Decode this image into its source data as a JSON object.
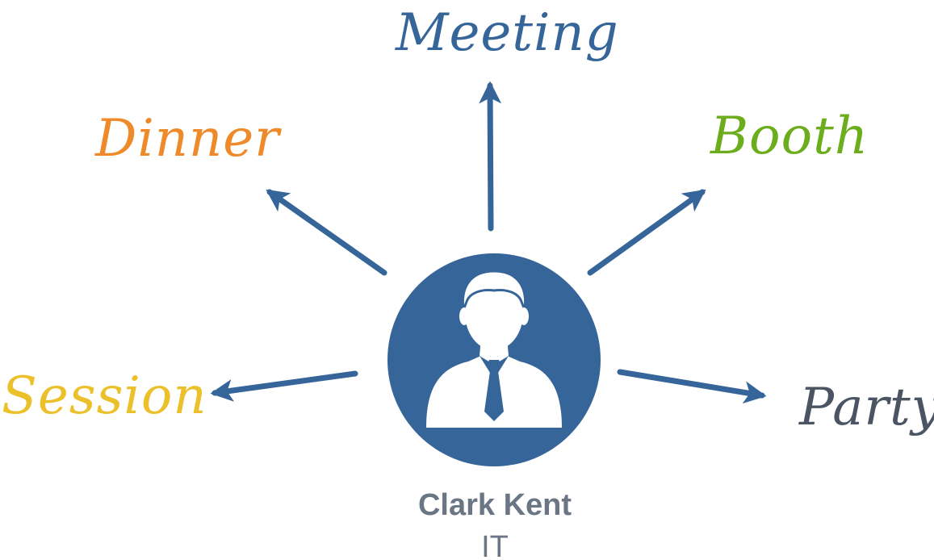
{
  "person": {
    "name": "Clark Kent",
    "department": "IT",
    "avatar_icon": "businessman-icon"
  },
  "targets": [
    {
      "id": "meeting",
      "label": "Meeting",
      "color": "#36659a"
    },
    {
      "id": "dinner",
      "label": "Dinner",
      "color": "#ef8a2a"
    },
    {
      "id": "booth",
      "label": "Booth",
      "color": "#6cad1e"
    },
    {
      "id": "session",
      "label": "Session",
      "color": "#ecc02a"
    },
    {
      "id": "party",
      "label": "Party",
      "color": "#4a5463"
    }
  ],
  "colors": {
    "arrow": "#36659a",
    "avatar_bg": "#36659a",
    "name_text": "#6b7685",
    "dept_text": "#6b7685"
  }
}
